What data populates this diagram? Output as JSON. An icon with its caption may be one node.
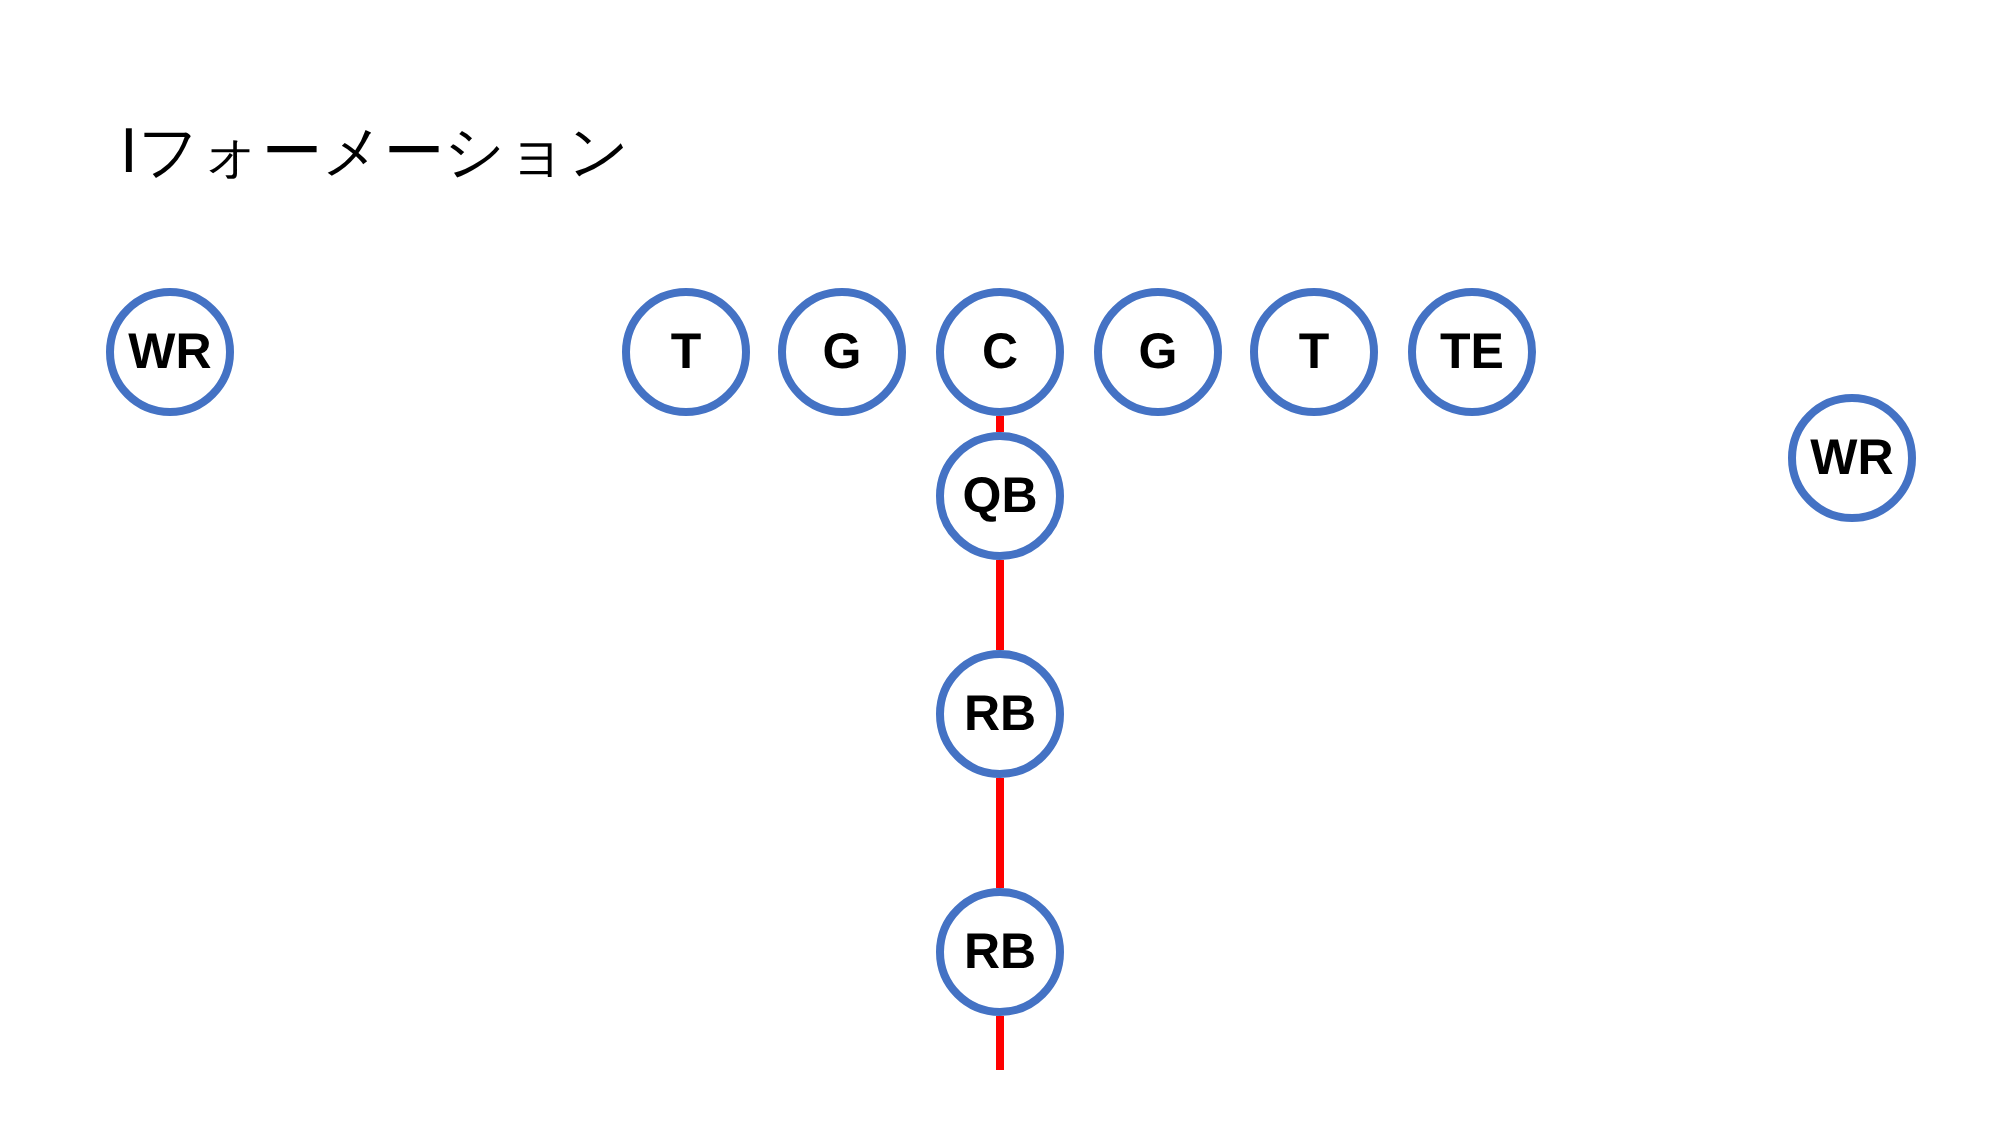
{
  "diagram": {
    "title": "Iフォーメーション",
    "nodes": [
      {
        "text": [
          "WR"
        ]
      },
      {
        "text": [
          "T"
        ]
      },
      {
        "text": [
          "G"
        ]
      },
      {
        "text": [
          "C"
        ]
      },
      {
        "text": [
          "G"
        ]
      },
      {
        "text": [
          "T"
        ]
      },
      {
        "text": [
          "TE"
        ]
      },
      {
        "text": [
          "WR"
        ]
      },
      {
        "text": [
          "QB"
        ]
      },
      {
        "text": [
          "RB"
        ]
      },
      {
        "text": [
          "RB"
        ]
      }
    ],
    "edges": [
      {
        "from": 3,
        "to": 8,
        "arrow": "none",
        "color": "#ff0000"
      },
      {
        "from": 8,
        "to": 9,
        "arrow": "none",
        "color": "#ff0000"
      },
      {
        "from": 9,
        "to": 10,
        "arrow": "none",
        "color": "#ff0000"
      },
      {
        "from": 10,
        "to": null,
        "arrow": "none",
        "color": "#ff0000"
      }
    ]
  }
}
